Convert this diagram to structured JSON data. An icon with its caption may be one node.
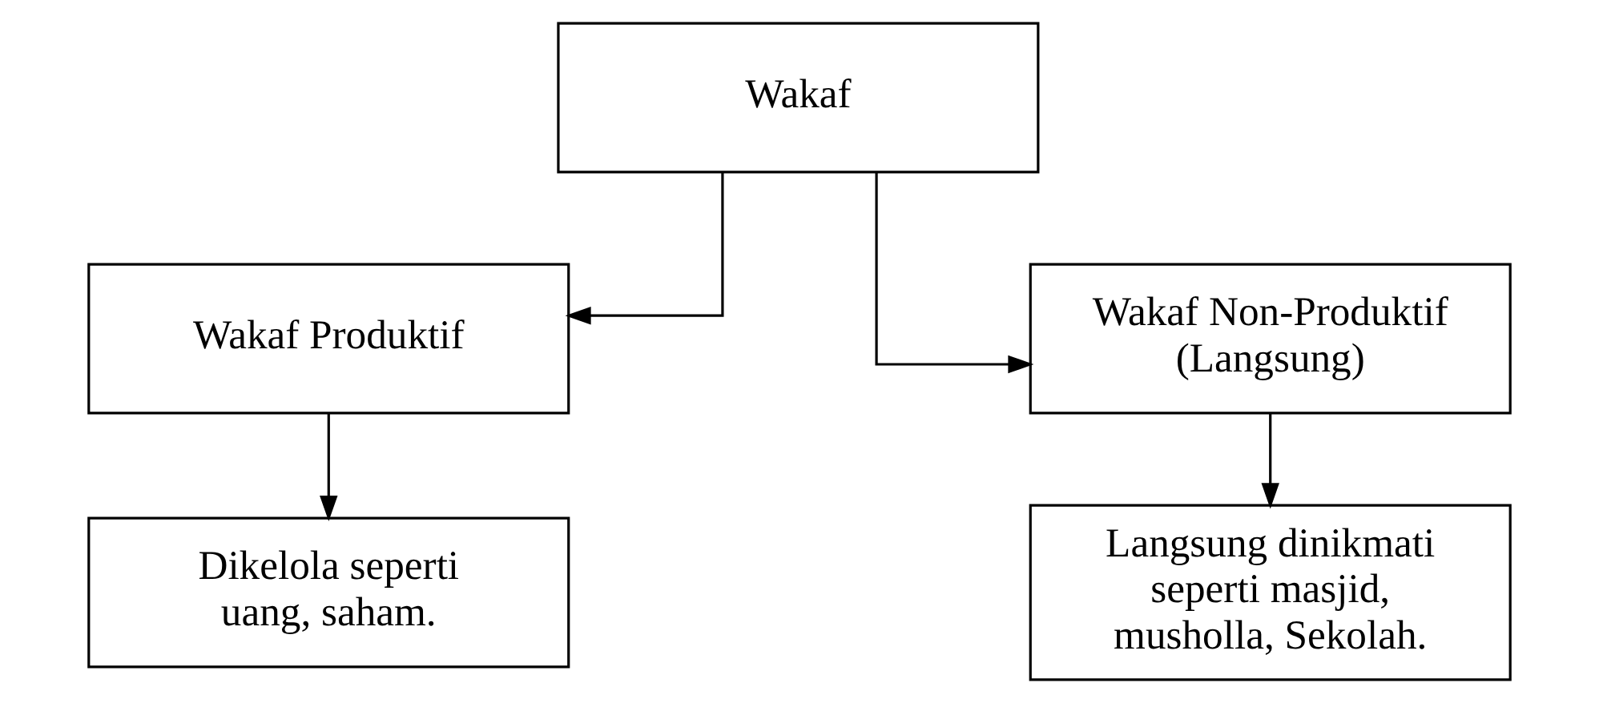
{
  "diagram": {
    "nodes": [
      {
        "text": [
          "Wakaf"
        ]
      },
      {
        "text": [
          "Wakaf Produktif"
        ]
      },
      {
        "text": [
          "Wakaf Non-Produktif (Langsung)"
        ]
      },
      {
        "text": [
          "Dikelola seperti uang, saham."
        ]
      },
      {
        "text": [
          "Langsung dinikmati seperti masjid, musholla, Sekolah."
        ]
      }
    ],
    "edges": [
      {
        "from": 0,
        "to": 1,
        "arrow": "to"
      },
      {
        "from": 0,
        "to": 2,
        "arrow": "to"
      },
      {
        "from": 1,
        "to": 3,
        "arrow": "to"
      },
      {
        "from": 2,
        "to": 4,
        "arrow": "to"
      }
    ]
  }
}
